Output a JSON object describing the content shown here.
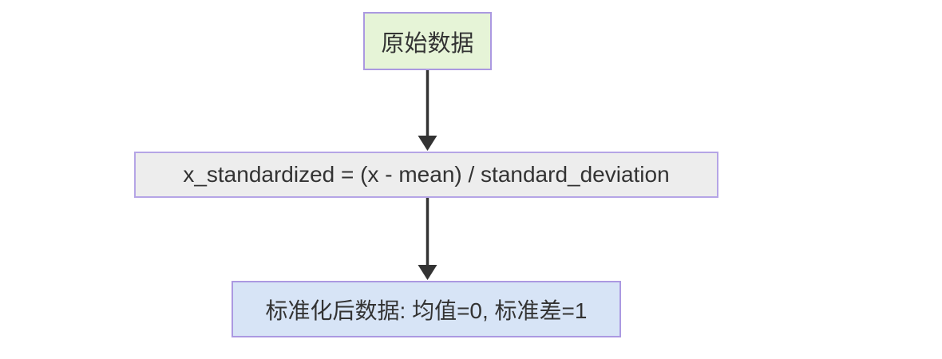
{
  "diagram": {
    "type": "flowchart",
    "direction": "top-down",
    "background_color": "#ffffff",
    "arrow_color": "#333333",
    "nodes": [
      {
        "id": "A",
        "label": "原始数据",
        "fill": "#e6f4d7",
        "border_color": "#ab99e1",
        "text_color": "#333333",
        "shape": "rect"
      },
      {
        "id": "B",
        "label": "x_standardized = (x - mean) / standard_deviation",
        "fill": "#ededed",
        "border_color": "#b5a5e6",
        "text_color": "#333333",
        "shape": "rect"
      },
      {
        "id": "C",
        "label": "标准化后数据: 均值=0, 标准差=1",
        "fill": "#d7e4f6",
        "border_color": "#ab99e1",
        "text_color": "#333333",
        "shape": "rect"
      }
    ],
    "edges": [
      {
        "from": "A",
        "to": "B",
        "style": "solid-arrow"
      },
      {
        "from": "B",
        "to": "C",
        "style": "solid-arrow"
      }
    ]
  }
}
